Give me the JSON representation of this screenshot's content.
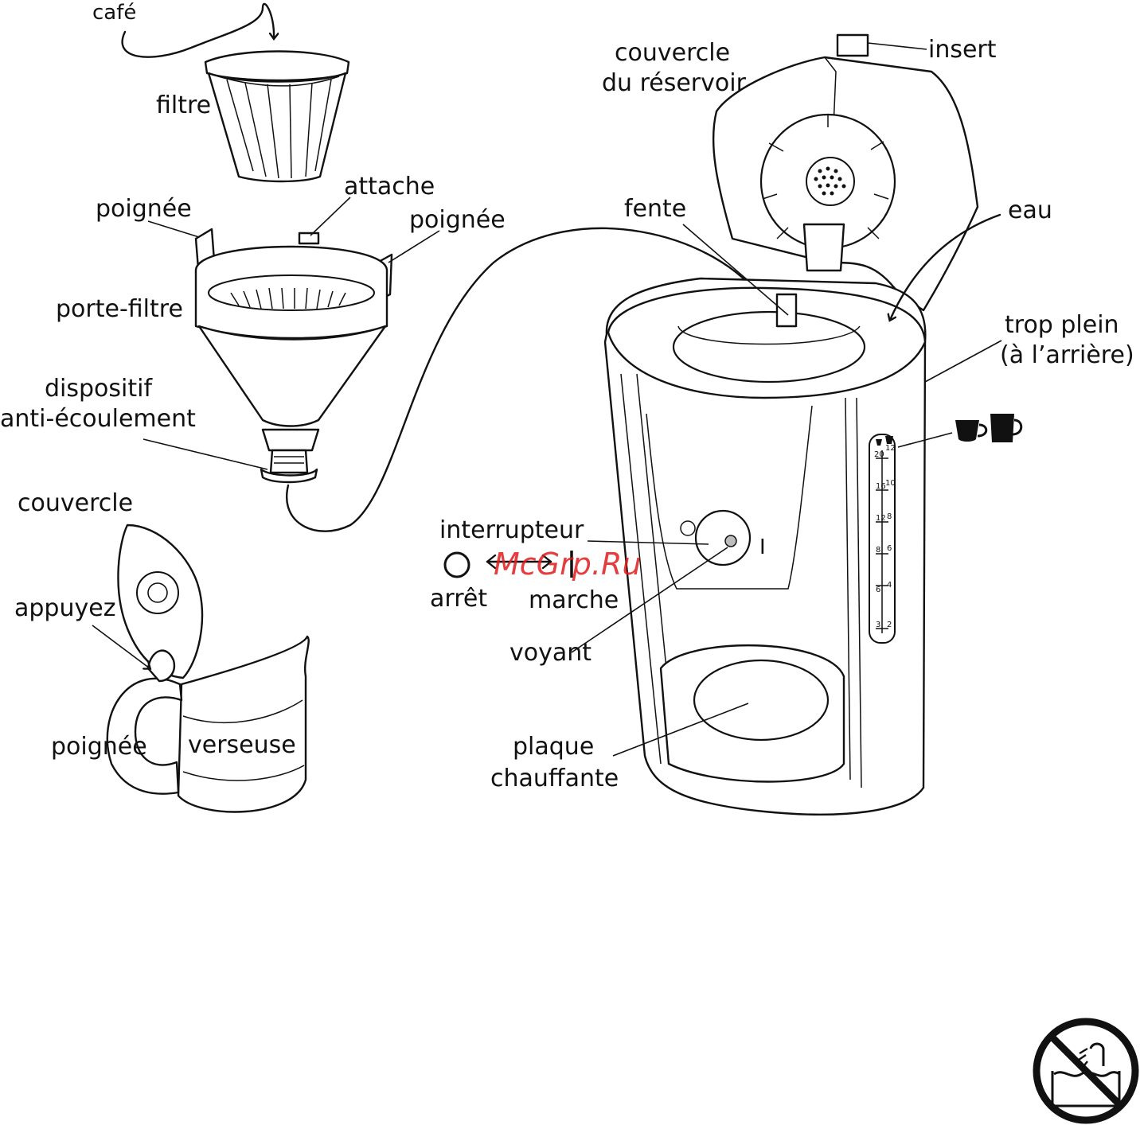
{
  "labels": {
    "cafe": "café",
    "filtre": "filtre",
    "attache": "attache",
    "poignee_left": "poignée",
    "poignee_right": "poignée",
    "porte_filtre": "porte-filtre",
    "dispositif_line1": "dispositif",
    "dispositif_line2": "anti-écoulement",
    "couvercle": "couvercle",
    "appuyez": "appuyez",
    "poignee_carafe": "poignée",
    "verseuse": "verseuse",
    "couvercle_reservoir_line1": "couvercle",
    "couvercle_reservoir_line2": "du réservoir",
    "insert": "insert",
    "fente": "fente",
    "eau": "eau",
    "trop_plein_line1": "trop plein",
    "trop_plein_line2": "(à l’arrière)",
    "interrupteur": "interrupteur",
    "arret": "arrêt",
    "marche": "marche",
    "voyant": "voyant",
    "plaque_line1": "plaque",
    "plaque_line2": "chauffante",
    "switch_on_symbol": "I"
  },
  "scale": {
    "left": [
      "20",
      "16",
      "12",
      "8",
      "6",
      "3"
    ],
    "right": [
      "12",
      "10",
      "8",
      "6",
      "4",
      "2"
    ]
  },
  "watermark": {
    "text": "McGrp.Ru",
    "color": "#e01b1b"
  },
  "icons": {
    "small_cup": "cup-icon",
    "large_cup": "mug-icon",
    "no_immersion": "no-water-immersion-icon"
  }
}
